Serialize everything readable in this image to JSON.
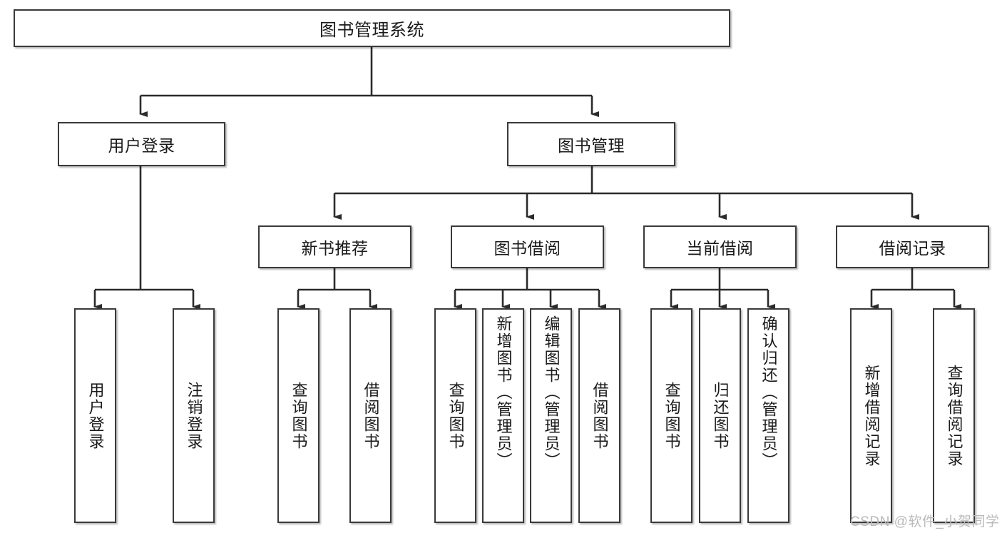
{
  "diagram": {
    "type": "hierarchy-tree",
    "title": "图书管理系统",
    "colors": {
      "box_border": "#3a3a3a",
      "box_fill": "#ffffff",
      "connector": "#2b2b2b",
      "watermark": "#b9b9b9",
      "background": "#ffffff"
    },
    "root": {
      "label": "图书管理系统"
    },
    "level2": [
      {
        "label": "用户登录"
      },
      {
        "label": "图书管理"
      }
    ],
    "level3": [
      {
        "label": "新书推荐"
      },
      {
        "label": "图书借阅"
      },
      {
        "label": "当前借阅"
      },
      {
        "label": "借阅记录"
      }
    ],
    "leaves": {
      "user_login": [
        {
          "label": "用户登录"
        },
        {
          "label": "注销登录"
        }
      ],
      "new_book_recommend": [
        {
          "label": "查询图书"
        },
        {
          "label": "借阅图书"
        }
      ],
      "book_borrow": [
        {
          "label": "查询图书"
        },
        {
          "label": "新增图书（管理员）"
        },
        {
          "label": "编辑图书（管理员）"
        },
        {
          "label": "借阅图书"
        }
      ],
      "current_borrow": [
        {
          "label": "查询图书"
        },
        {
          "label": "归还图书"
        },
        {
          "label": "确认归还（管理员）"
        }
      ],
      "borrow_record": [
        {
          "label": "新增借阅记录"
        },
        {
          "label": "查询借阅记录"
        }
      ]
    }
  },
  "watermark": {
    "text": "CSDN @软件_小贺同学"
  }
}
